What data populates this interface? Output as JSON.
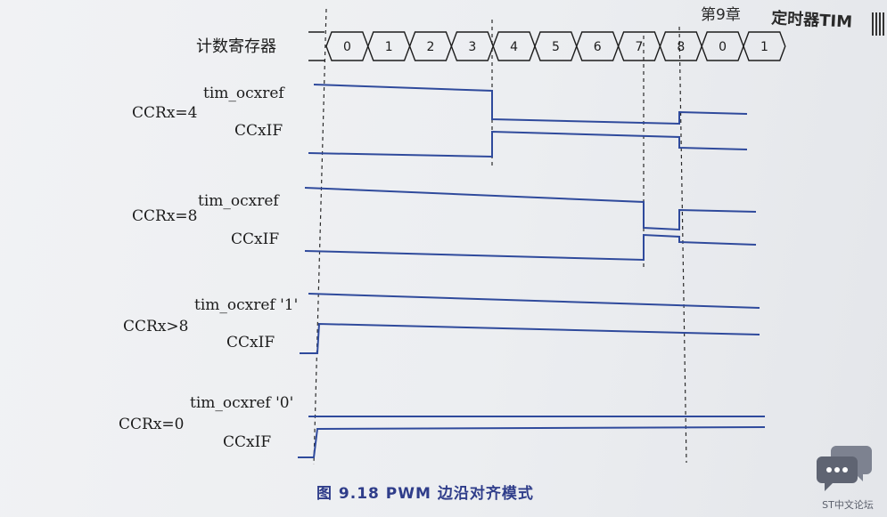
{
  "header": {
    "chapter": "第9章",
    "title": "定时器TIM"
  },
  "counter": {
    "label": "计数寄存器",
    "values": [
      "0",
      "1",
      "2",
      "3",
      "4",
      "5",
      "6",
      "7",
      "8",
      "0",
      "1"
    ]
  },
  "groups": [
    {
      "condition": "CCRx=4",
      "ref_label": "tim_ocxref",
      "flag_label": "CCxIF"
    },
    {
      "condition": "CCRx=8",
      "ref_label": "tim_ocxref",
      "flag_label": "CCxIF"
    },
    {
      "condition": "CCRx>8",
      "ref_label": "tim_ocxref '1'",
      "flag_label": "CCxIF"
    },
    {
      "condition": "CCRx=0",
      "ref_label": "tim_ocxref '0'",
      "flag_label": "CCxIF"
    }
  ],
  "caption": "图 9.18   PWM 边沿对齐模式",
  "watermark": {
    "text": "ST中文论坛",
    "icon": "chat-bubble-icon"
  },
  "colors": {
    "waveform": "#2f4a9c",
    "caption": "#2f3d8a"
  }
}
